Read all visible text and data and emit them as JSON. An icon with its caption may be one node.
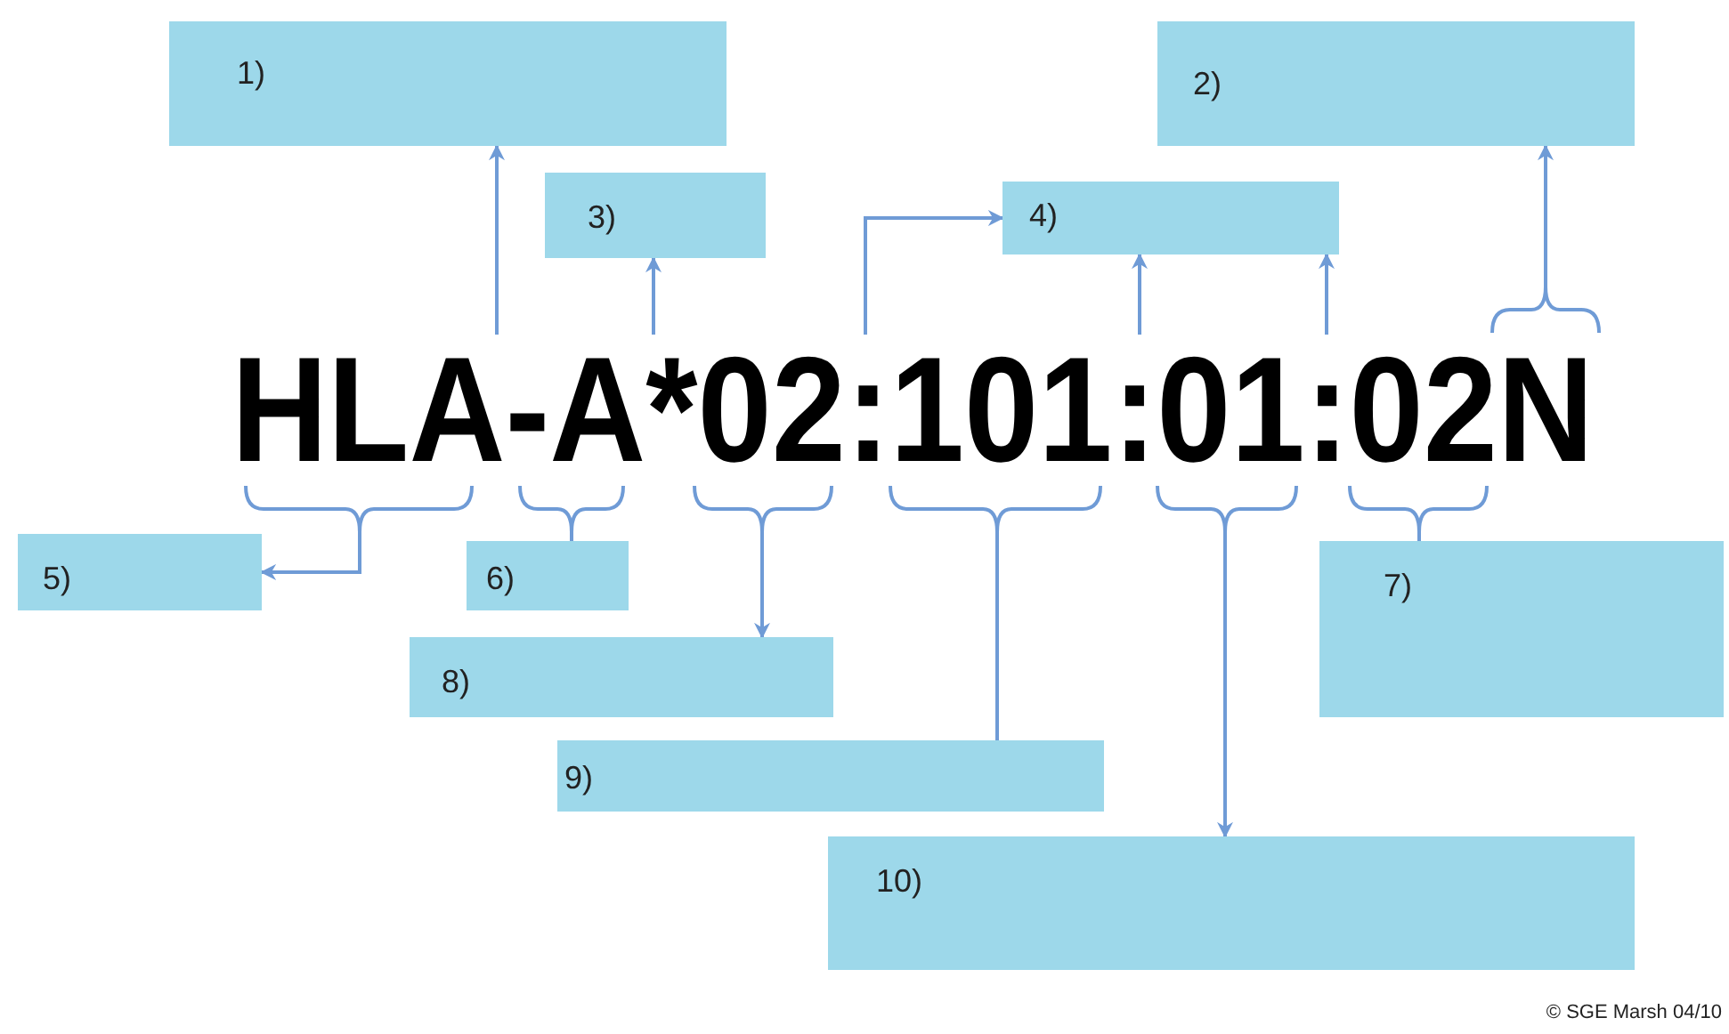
{
  "diagram": {
    "nodes": [
      {
        "text": [
          "1)"
        ]
      },
      {
        "text": [
          "2)"
        ]
      },
      {
        "text": [
          "3)"
        ]
      },
      {
        "text": [
          "4)"
        ]
      },
      {
        "text": [
          "HLA-A*02:101:01:02N"
        ]
      },
      {
        "text": [
          "5)"
        ]
      },
      {
        "text": [
          "6)"
        ]
      },
      {
        "text": [
          "7)"
        ]
      },
      {
        "text": [
          "8)"
        ]
      },
      {
        "text": [
          "9)"
        ]
      },
      {
        "text": [
          "10)"
        ]
      }
    ],
    "edges": [
      {
        "from": 4,
        "to": 0,
        "arrow": "to"
      },
      {
        "from": 4,
        "to": 2,
        "arrow": "to"
      },
      {
        "from": 4,
        "to": 3,
        "arrow": "to"
      },
      {
        "from": 4,
        "to": 3,
        "arrow": "to"
      },
      {
        "from": 4,
        "to": 3,
        "arrow": "to"
      },
      {
        "from": 4,
        "to": 1,
        "arrow": "to"
      },
      {
        "from": 4,
        "to": 5,
        "arrow": "to"
      },
      {
        "from": 4,
        "to": 6,
        "arrow": "none"
      },
      {
        "from": 4,
        "to": 8,
        "arrow": "to"
      },
      {
        "from": 4,
        "to": 9,
        "arrow": "none"
      },
      {
        "from": 4,
        "to": 10,
        "arrow": "to"
      },
      {
        "from": 4,
        "to": 7,
        "arrow": "none"
      }
    ],
    "labels": [
      "© SGE Marsh 04/10"
    ]
  }
}
